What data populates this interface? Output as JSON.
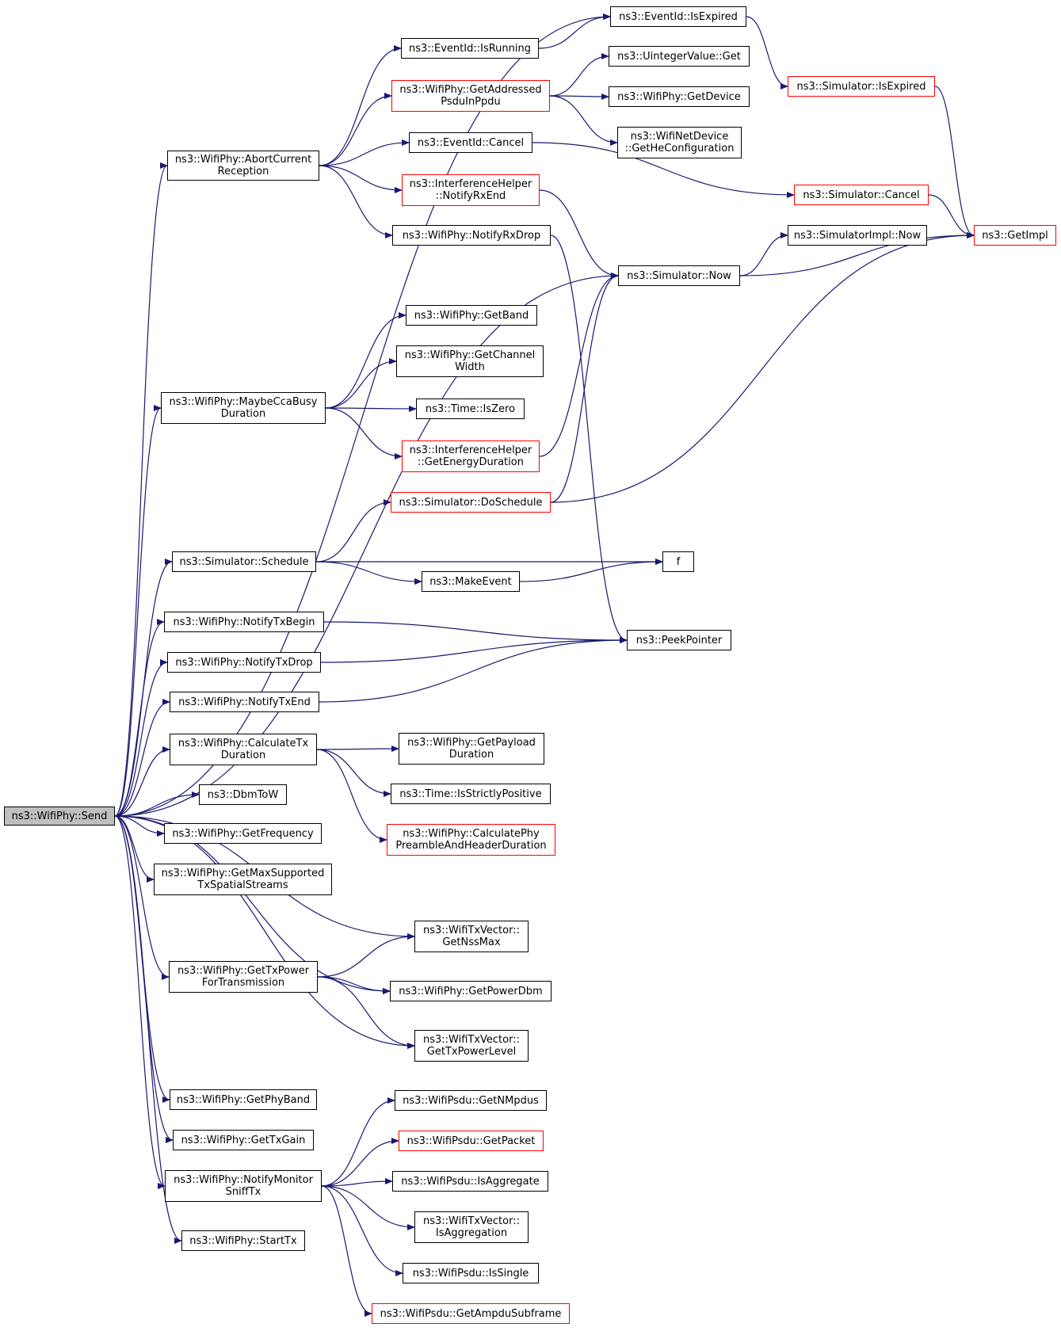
{
  "diagram": {
    "edge_color": "#191970",
    "accent_red": "#ff0000",
    "root_fill": "#bfbfbf",
    "nodes": [
      {
        "id": "send",
        "lines": [
          "ns3::WifiPhy::Send"
        ],
        "style": "root"
      },
      {
        "id": "abort",
        "lines": [
          "ns3::WifiPhy::AbortCurrent",
          "Reception"
        ],
        "style": "black"
      },
      {
        "id": "isrunning",
        "lines": [
          "ns3::EventId::IsRunning"
        ],
        "style": "black"
      },
      {
        "id": "isexpired",
        "lines": [
          "ns3::EventId::IsExpired"
        ],
        "style": "black"
      },
      {
        "id": "getaddr",
        "lines": [
          "ns3::WifiPhy::GetAddressed",
          "PsduInPpdu"
        ],
        "style": "red"
      },
      {
        "id": "uintget",
        "lines": [
          "ns3::UintegerValue::Get"
        ],
        "style": "black"
      },
      {
        "id": "getdevice",
        "lines": [
          "ns3::WifiPhy::GetDevice"
        ],
        "style": "black"
      },
      {
        "id": "gethe",
        "lines": [
          "ns3::WifiNetDevice",
          "::GetHeConfiguration"
        ],
        "style": "black"
      },
      {
        "id": "simexpired",
        "lines": [
          "ns3::Simulator::IsExpired"
        ],
        "style": "red"
      },
      {
        "id": "cancel",
        "lines": [
          "ns3::EventId::Cancel"
        ],
        "style": "black"
      },
      {
        "id": "ihrxend",
        "lines": [
          "ns3::InterferenceHelper",
          "::NotifyRxEnd"
        ],
        "style": "red"
      },
      {
        "id": "simcancel",
        "lines": [
          "ns3::Simulator::Cancel"
        ],
        "style": "red"
      },
      {
        "id": "getimpl",
        "lines": [
          "ns3::GetImpl"
        ],
        "style": "red"
      },
      {
        "id": "rxdrop",
        "lines": [
          "ns3::WifiPhy::NotifyRxDrop"
        ],
        "style": "black"
      },
      {
        "id": "implnow",
        "lines": [
          "ns3::SimulatorImpl::Now"
        ],
        "style": "black"
      },
      {
        "id": "simnow",
        "lines": [
          "ns3::Simulator::Now"
        ],
        "style": "black"
      },
      {
        "id": "getband",
        "lines": [
          "ns3::WifiPhy::GetBand"
        ],
        "style": "black"
      },
      {
        "id": "chanwidth",
        "lines": [
          "ns3::WifiPhy::GetChannel",
          "Width"
        ],
        "style": "black"
      },
      {
        "id": "cca",
        "lines": [
          "ns3::WifiPhy::MaybeCcaBusy",
          "Duration"
        ],
        "style": "black"
      },
      {
        "id": "iszero",
        "lines": [
          "ns3::Time::IsZero"
        ],
        "style": "black"
      },
      {
        "id": "energy",
        "lines": [
          "ns3::InterferenceHelper",
          "::GetEnergyDuration"
        ],
        "style": "red"
      },
      {
        "id": "dosched",
        "lines": [
          "ns3::Simulator::DoSchedule"
        ],
        "style": "red"
      },
      {
        "id": "sched",
        "lines": [
          "ns3::Simulator::Schedule"
        ],
        "style": "black"
      },
      {
        "id": "f",
        "lines": [
          "f"
        ],
        "style": "black"
      },
      {
        "id": "makeevent",
        "lines": [
          "ns3::MakeEvent"
        ],
        "style": "black"
      },
      {
        "id": "txbegin",
        "lines": [
          "ns3::WifiPhy::NotifyTxBegin"
        ],
        "style": "black"
      },
      {
        "id": "peek",
        "lines": [
          "ns3::PeekPointer"
        ],
        "style": "black"
      },
      {
        "id": "txdrop",
        "lines": [
          "ns3::WifiPhy::NotifyTxDrop"
        ],
        "style": "black"
      },
      {
        "id": "txend",
        "lines": [
          "ns3::WifiPhy::NotifyTxEnd"
        ],
        "style": "black"
      },
      {
        "id": "calctx",
        "lines": [
          "ns3::WifiPhy::CalculateTx",
          "Duration"
        ],
        "style": "black"
      },
      {
        "id": "payload",
        "lines": [
          "ns3::WifiPhy::GetPayload",
          "Duration"
        ],
        "style": "black"
      },
      {
        "id": "strictpos",
        "lines": [
          "ns3::Time::IsStrictlyPositive"
        ],
        "style": "black"
      },
      {
        "id": "preamble",
        "lines": [
          "ns3::WifiPhy::CalculatePhy",
          "PreambleAndHeaderDuration"
        ],
        "style": "red"
      },
      {
        "id": "dbmtow",
        "lines": [
          "ns3::DbmToW"
        ],
        "style": "black"
      },
      {
        "id": "getfreq",
        "lines": [
          "ns3::WifiPhy::GetFrequency"
        ],
        "style": "black"
      },
      {
        "id": "maxstreams",
        "lines": [
          "ns3::WifiPhy::GetMaxSupported",
          "TxSpatialStreams"
        ],
        "style": "black"
      },
      {
        "id": "nssmax",
        "lines": [
          "ns3::WifiTxVector::",
          "GetNssMax"
        ],
        "style": "black"
      },
      {
        "id": "txpower",
        "lines": [
          "ns3::WifiPhy::GetTxPower",
          "ForTransmission"
        ],
        "style": "black"
      },
      {
        "id": "powerdbm",
        "lines": [
          "ns3::WifiPhy::GetPowerDbm"
        ],
        "style": "black"
      },
      {
        "id": "powerlevel",
        "lines": [
          "ns3::WifiTxVector::",
          "GetTxPowerLevel"
        ],
        "style": "black"
      },
      {
        "id": "phyband",
        "lines": [
          "ns3::WifiPhy::GetPhyBand"
        ],
        "style": "black"
      },
      {
        "id": "txgain",
        "lines": [
          "ns3::WifiPhy::GetTxGain"
        ],
        "style": "black"
      },
      {
        "id": "nmpdus",
        "lines": [
          "ns3::WifiPsdu::GetNMpdus"
        ],
        "style": "black"
      },
      {
        "id": "monitor",
        "lines": [
          "ns3::WifiPhy::NotifyMonitor",
          "SniffTx"
        ],
        "style": "black"
      },
      {
        "id": "getpacket",
        "lines": [
          "ns3::WifiPsdu::GetPacket"
        ],
        "style": "red"
      },
      {
        "id": "isagg",
        "lines": [
          "ns3::WifiPsdu::IsAggregate"
        ],
        "style": "black"
      },
      {
        "id": "isaggregation",
        "lines": [
          "ns3::WifiTxVector::",
          "IsAggregation"
        ],
        "style": "black"
      },
      {
        "id": "starttx",
        "lines": [
          "ns3::WifiPhy::StartTx"
        ],
        "style": "black"
      },
      {
        "id": "issingle",
        "lines": [
          "ns3::WifiPsdu::IsSingle"
        ],
        "style": "black"
      },
      {
        "id": "subframe",
        "lines": [
          "ns3::WifiPsdu::GetAmpduSubframe"
        ],
        "style": "red"
      }
    ],
    "edges": [
      [
        "send",
        "abort"
      ],
      [
        "send",
        "isexpired"
      ],
      [
        "send",
        "simnow"
      ],
      [
        "send",
        "cca"
      ],
      [
        "send",
        "sched"
      ],
      [
        "send",
        "txbegin"
      ],
      [
        "send",
        "txdrop"
      ],
      [
        "send",
        "txend"
      ],
      [
        "send",
        "calctx"
      ],
      [
        "send",
        "dbmtow"
      ],
      [
        "send",
        "getfreq"
      ],
      [
        "send",
        "maxstreams"
      ],
      [
        "send",
        "nssmax"
      ],
      [
        "send",
        "txpower"
      ],
      [
        "send",
        "powerdbm"
      ],
      [
        "send",
        "powerlevel"
      ],
      [
        "send",
        "phyband"
      ],
      [
        "send",
        "txgain"
      ],
      [
        "send",
        "monitor"
      ],
      [
        "send",
        "starttx"
      ],
      [
        "abort",
        "isrunning"
      ],
      [
        "abort",
        "getaddr"
      ],
      [
        "abort",
        "cancel"
      ],
      [
        "abort",
        "ihrxend"
      ],
      [
        "abort",
        "rxdrop"
      ],
      [
        "isrunning",
        "isexpired"
      ],
      [
        "isexpired",
        "simexpired"
      ],
      [
        "simexpired",
        "getimpl"
      ],
      [
        "getaddr",
        "uintget"
      ],
      [
        "getaddr",
        "getdevice"
      ],
      [
        "getaddr",
        "gethe"
      ],
      [
        "cancel",
        "simcancel"
      ],
      [
        "simcancel",
        "getimpl"
      ],
      [
        "ihrxend",
        "simnow"
      ],
      [
        "rxdrop",
        "peek"
      ],
      [
        "simnow",
        "implnow"
      ],
      [
        "simnow",
        "getimpl"
      ],
      [
        "cca",
        "getband"
      ],
      [
        "cca",
        "chanwidth"
      ],
      [
        "cca",
        "iszero"
      ],
      [
        "cca",
        "energy"
      ],
      [
        "energy",
        "simnow"
      ],
      [
        "dosched",
        "simnow"
      ],
      [
        "dosched",
        "getimpl"
      ],
      [
        "sched",
        "dosched"
      ],
      [
        "sched",
        "f"
      ],
      [
        "sched",
        "makeevent"
      ],
      [
        "makeevent",
        "f"
      ],
      [
        "txbegin",
        "peek"
      ],
      [
        "txdrop",
        "peek"
      ],
      [
        "txend",
        "peek"
      ],
      [
        "calctx",
        "payload"
      ],
      [
        "calctx",
        "strictpos"
      ],
      [
        "calctx",
        "preamble"
      ],
      [
        "txpower",
        "nssmax"
      ],
      [
        "txpower",
        "powerdbm"
      ],
      [
        "txpower",
        "powerlevel"
      ],
      [
        "monitor",
        "nmpdus"
      ],
      [
        "monitor",
        "getpacket"
      ],
      [
        "monitor",
        "isagg"
      ],
      [
        "monitor",
        "isaggregation"
      ],
      [
        "monitor",
        "issingle"
      ],
      [
        "monitor",
        "subframe"
      ]
    ]
  }
}
